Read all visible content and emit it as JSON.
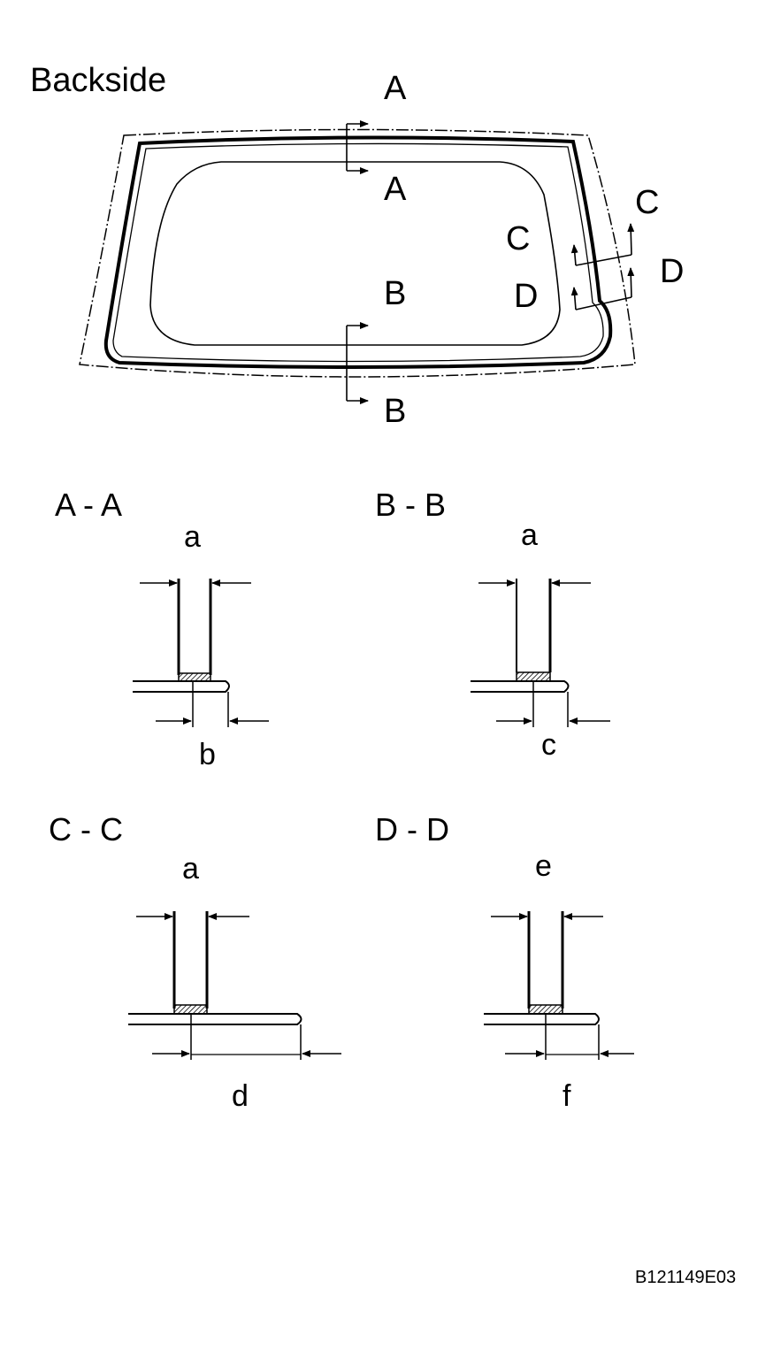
{
  "backside_label": "Backside",
  "section_markers": {
    "a_top": "A",
    "a_bottom": "A",
    "b_top": "B",
    "b_bottom": "B",
    "c_inner": "C",
    "c_outer": "C",
    "d_inner": "D",
    "d_outer": "D"
  },
  "sections": [
    {
      "title": "A - A",
      "top_dim": "a",
      "bottom_dim": "b"
    },
    {
      "title": "B - B",
      "top_dim": "a",
      "bottom_dim": "c"
    },
    {
      "title": "C - C",
      "top_dim": "a",
      "bottom_dim": "d"
    },
    {
      "title": "D - D",
      "top_dim": "e",
      "bottom_dim": "f"
    }
  ],
  "figure_code": "B121149E03"
}
